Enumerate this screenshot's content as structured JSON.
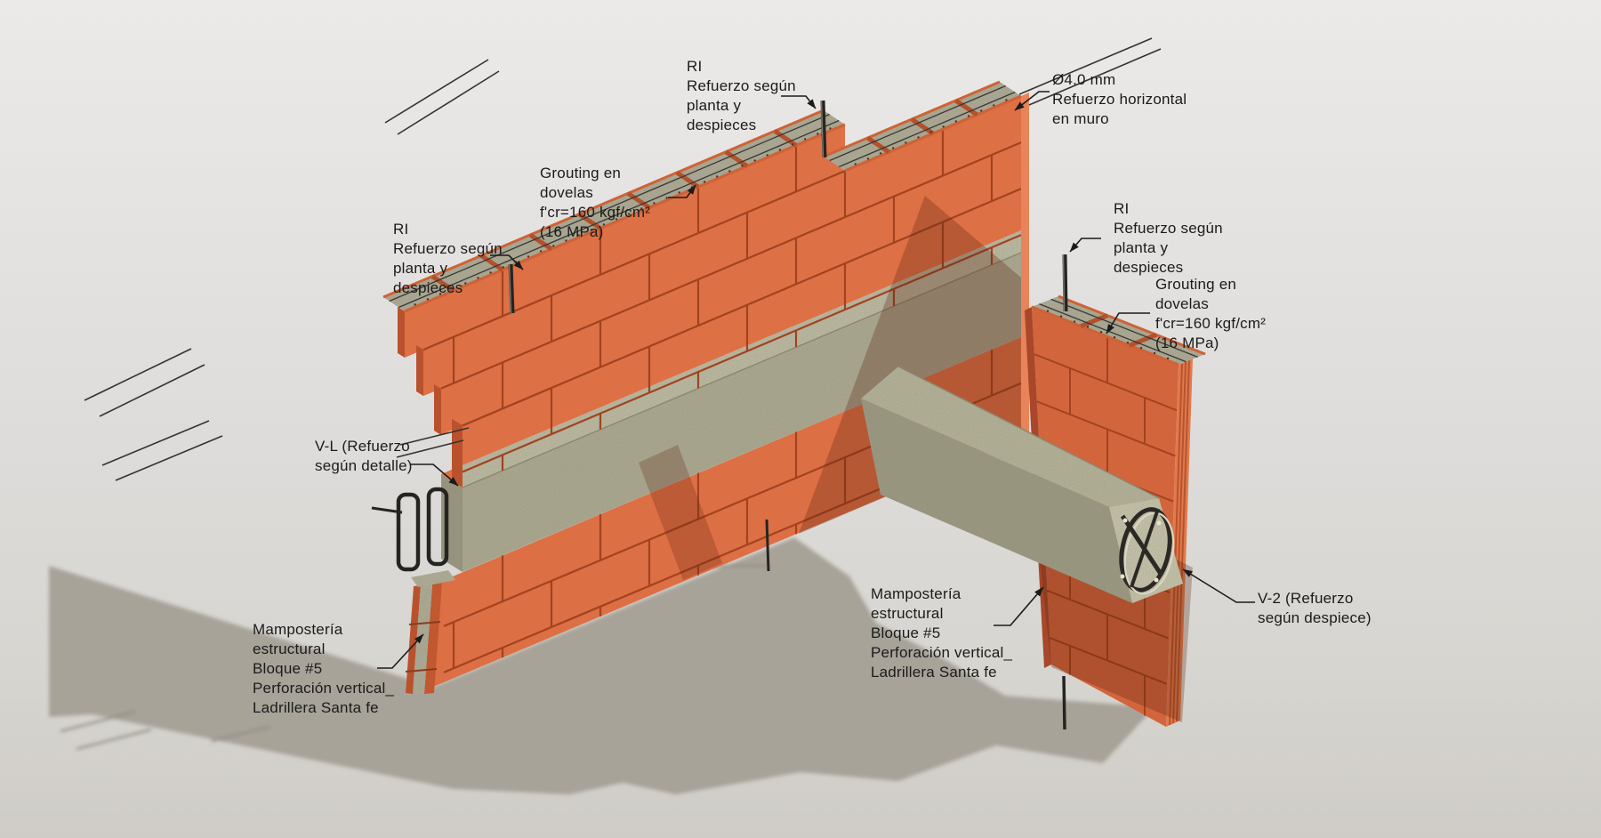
{
  "annotations": {
    "ri_top": {
      "lines": [
        "RI",
        "Refuerzo según",
        "planta y",
        "despieces"
      ]
    },
    "horizontal_reinforcement": {
      "lines": [
        "Ø4.0 mm",
        "Refuerzo horizontal",
        "en muro"
      ]
    },
    "grouting_left": {
      "lines": [
        "Grouting en",
        "dovelas",
        "f'cr=160 kgf/cm²",
        "(16 MPa)"
      ]
    },
    "ri_left": {
      "lines": [
        "RI",
        "Refuerzo según",
        "planta y",
        "despieces"
      ]
    },
    "ri_right": {
      "lines": [
        "RI",
        "Refuerzo según",
        "planta y",
        "despieces"
      ]
    },
    "grouting_right": {
      "lines": [
        "Grouting en",
        "dovelas",
        "f'cr=160 kgf/cm²",
        "(16 MPa)"
      ]
    },
    "v_l": {
      "lines": [
        "V-L (Refuerzo",
        "según detalle)"
      ]
    },
    "masonry_left": {
      "lines": [
        "Mampostería",
        "estructural",
        "Bloque #5",
        "Perforación vertical_",
        "Ladrillera Santa fe"
      ]
    },
    "masonry_middle": {
      "lines": [
        "Mampostería",
        "estructural",
        "Bloque #5",
        "Perforación vertical_",
        "Ladrillera Santa fe"
      ]
    },
    "v_2": {
      "lines": [
        "V-2 (Refuerzo",
        "según despiece)"
      ]
    }
  },
  "palette": {
    "block_face": "#de7045",
    "block_shade": "#b9522c",
    "block_end_light": "#e8835a",
    "concrete_front": "#b0ad93",
    "concrete_top": "#c3c0a6",
    "concrete_cut": "#cdcab0",
    "grout": "#b2b099",
    "rebar": "#262420",
    "ground_shadow": "#a7a399",
    "background_top": "#ebeae8",
    "background_bottom": "#cfccc7",
    "leader_line": "#1b1b1b"
  }
}
